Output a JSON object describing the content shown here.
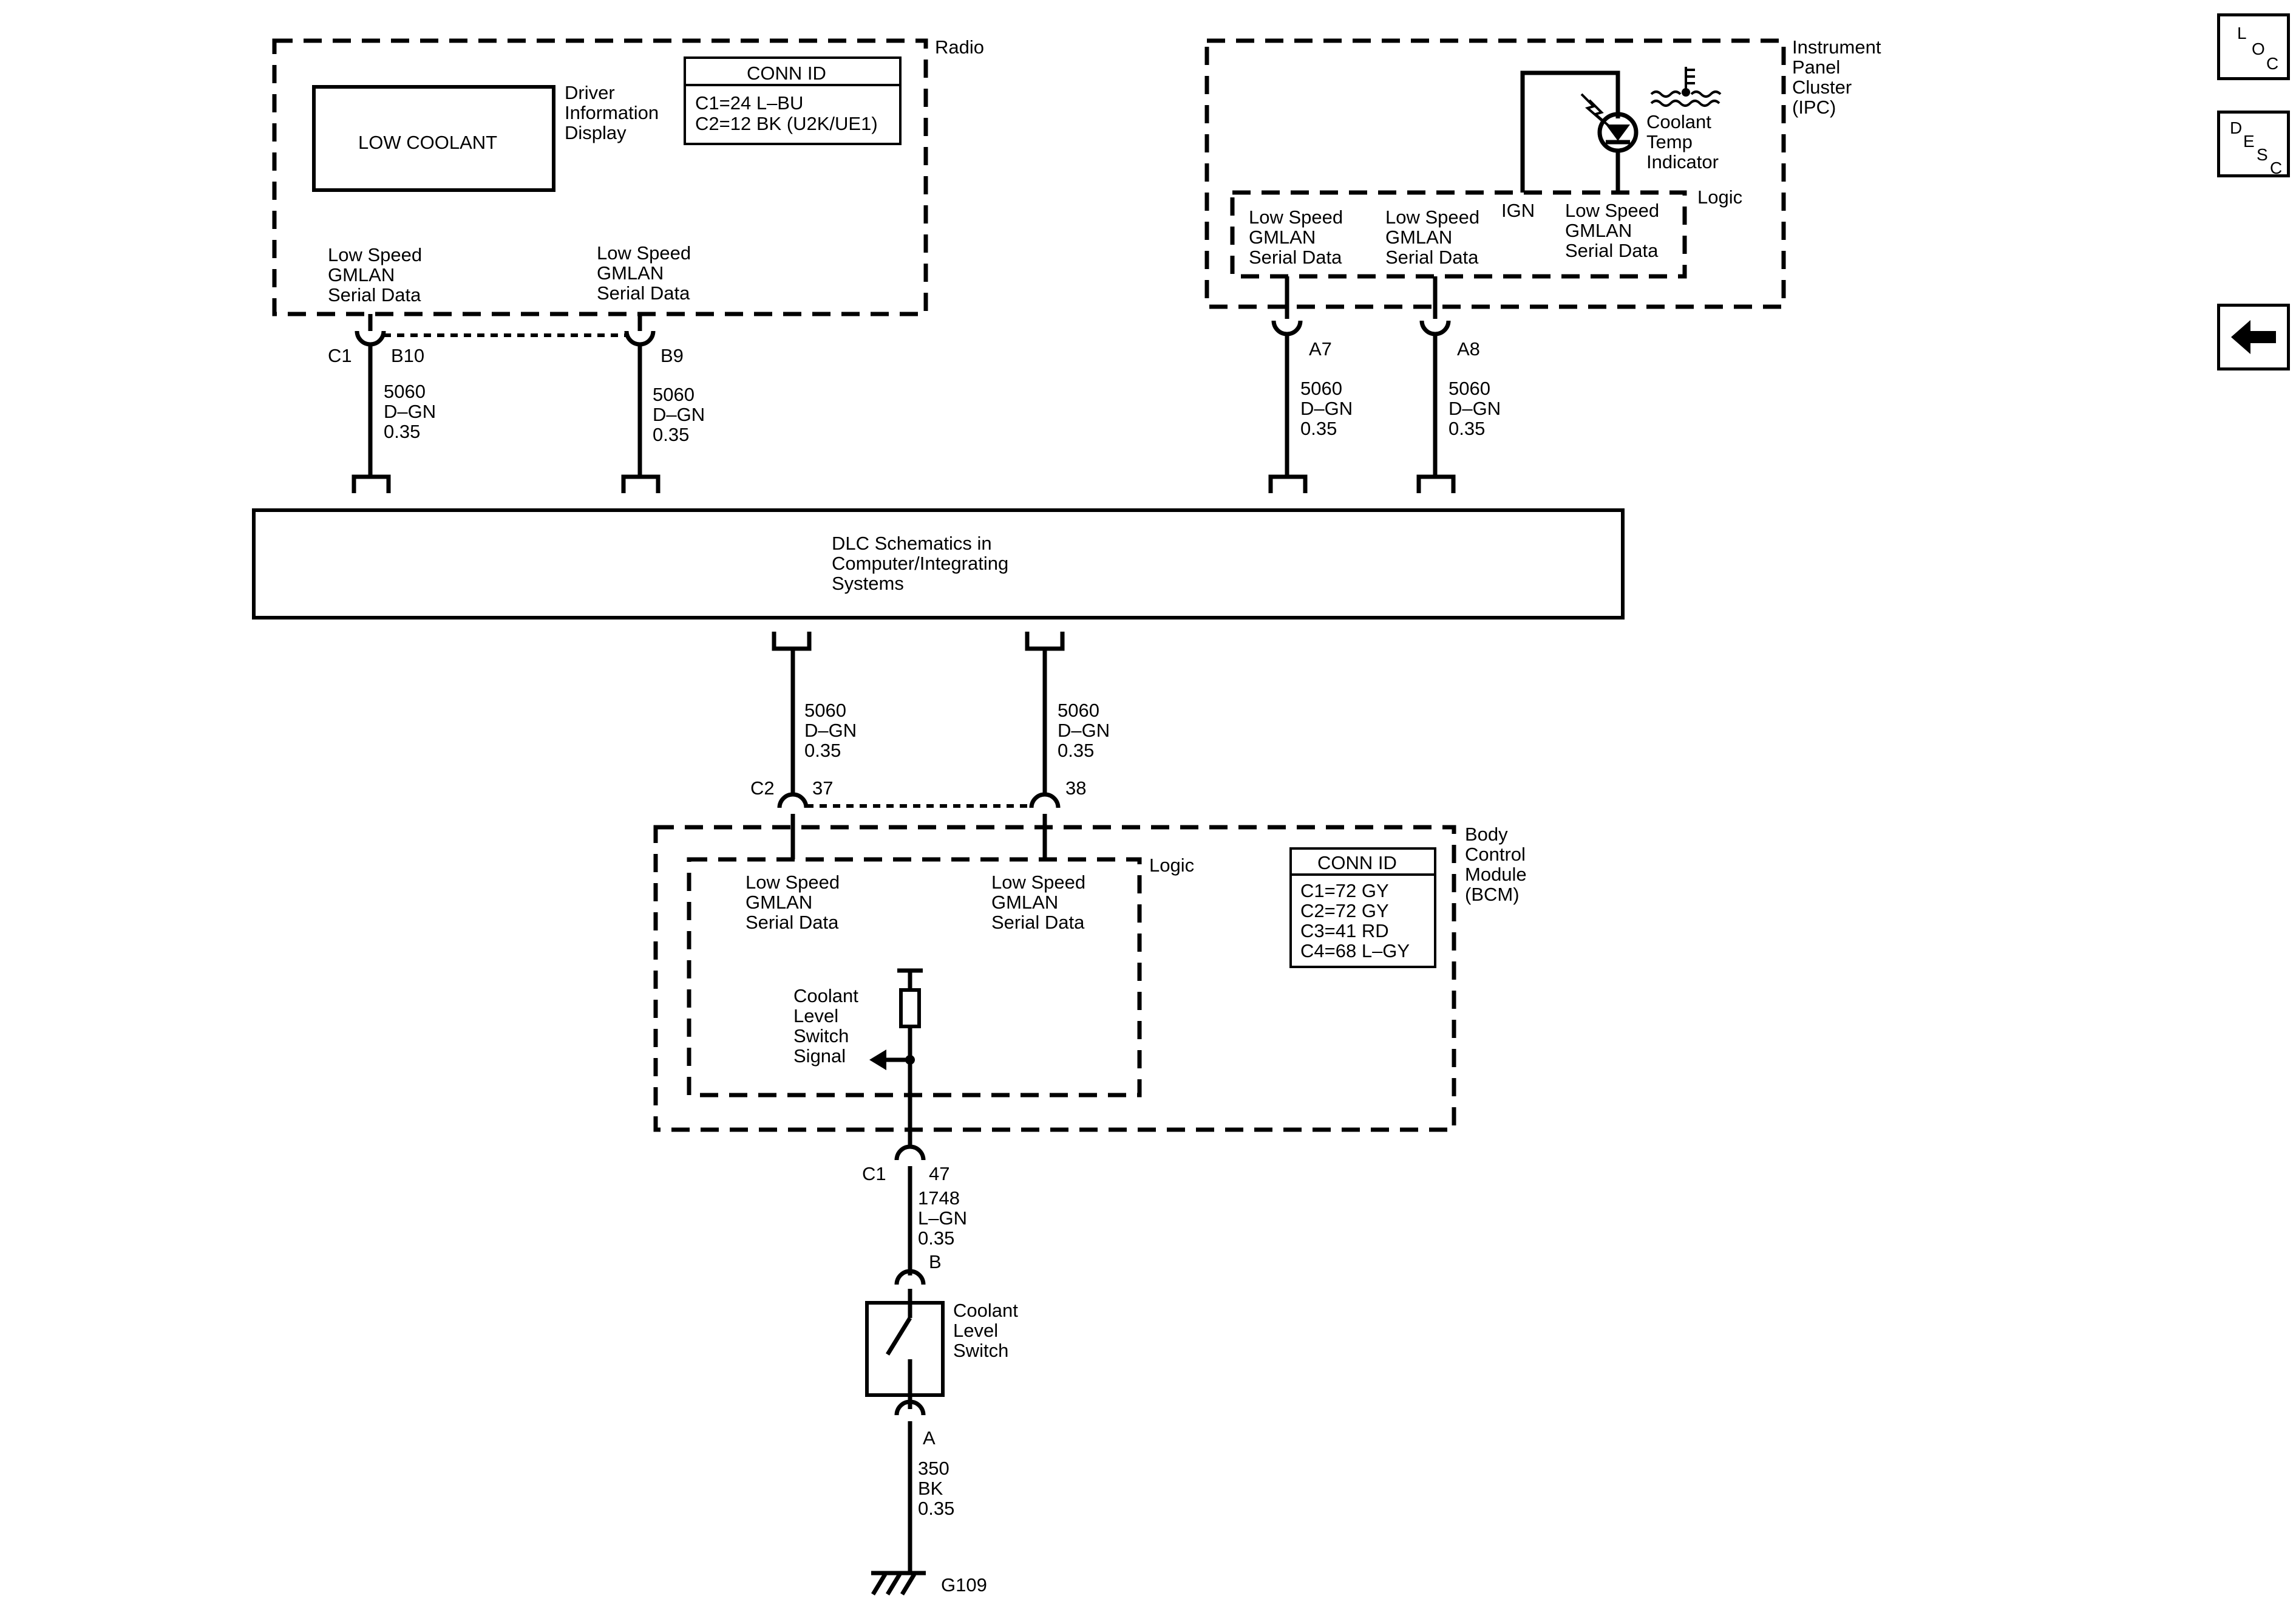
{
  "radio": {
    "title": "Radio",
    "display_text": "LOW COOLANT",
    "dic_label": [
      "Driver",
      "Information",
      "Display"
    ],
    "conn_id": {
      "header": "CONN ID",
      "lines": [
        "C1=24 L–BU",
        "C2=12 BK (U2K/UE1)"
      ]
    },
    "pin_label_left": [
      "Low Speed",
      "GMLAN",
      "Serial Data"
    ],
    "pin_label_right": [
      "Low Speed",
      "GMLAN",
      "Serial Data"
    ],
    "connector": "C1",
    "pin_left": "B10",
    "pin_right": "B9"
  },
  "ipc": {
    "title": [
      "Instrument",
      "Panel",
      "Cluster",
      "(IPC)"
    ],
    "indicator_label": [
      "Coolant",
      "Temp",
      "Indicator"
    ],
    "logic_label": "Logic",
    "pin_label_1": [
      "Low Speed",
      "GMLAN",
      "Serial Data"
    ],
    "pin_label_2": [
      "Low Speed",
      "GMLAN",
      "Serial Data"
    ],
    "ign_label": "IGN",
    "pin_label_3": [
      "Low Speed",
      "GMLAN",
      "Serial Data"
    ],
    "pin_a7": "A7",
    "pin_a8": "A8"
  },
  "wires": {
    "radio_left": [
      "5060",
      "D–GN",
      "0.35"
    ],
    "radio_right": [
      "5060",
      "D–GN",
      "0.35"
    ],
    "ipc_a7": [
      "5060",
      "D–GN",
      "0.35"
    ],
    "ipc_a8": [
      "5060",
      "D–GN",
      "0.35"
    ],
    "bcm_left": [
      "5060",
      "D–GN",
      "0.35"
    ],
    "bcm_right": [
      "5060",
      "D–GN",
      "0.35"
    ],
    "switch_signal": [
      "1748",
      "L–GN",
      "0.35"
    ],
    "ground": [
      "350",
      "BK",
      "0.35"
    ]
  },
  "dlc": {
    "text": [
      "DLC Schematics in",
      "Computer/Integrating",
      "Systems"
    ]
  },
  "bcm": {
    "title": [
      "Body",
      "Control",
      "Module",
      "(BCM)"
    ],
    "logic_label": "Logic",
    "connector_c2": "C2",
    "pin_37": "37",
    "pin_38": "38",
    "pin_label_left": [
      "Low Speed",
      "GMLAN",
      "Serial Data"
    ],
    "pin_label_right": [
      "Low Speed",
      "GMLAN",
      "Serial Data"
    ],
    "signal_label": [
      "Coolant",
      "Level",
      "Switch",
      "Signal"
    ],
    "conn_id": {
      "header": "CONN ID",
      "lines": [
        "C1=72 GY",
        "C2=72 GY",
        "C3=41 RD",
        "C4=68 L–GY"
      ]
    },
    "connector_c1": "C1",
    "pin_47": "47"
  },
  "switch": {
    "label": [
      "Coolant",
      "Level",
      "Switch"
    ],
    "pin_b": "B",
    "pin_a": "A"
  },
  "ground": {
    "label": "G109"
  },
  "nav": {
    "loc": [
      "L",
      "O",
      "C"
    ],
    "desc": [
      "D",
      "E",
      "S",
      "C"
    ]
  }
}
